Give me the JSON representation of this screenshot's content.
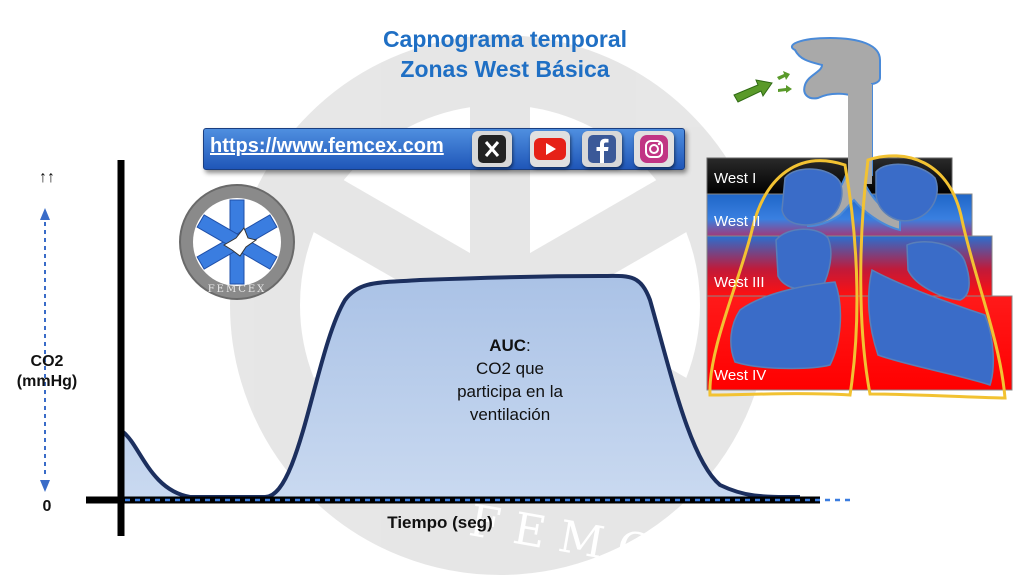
{
  "title": {
    "line1": "Capnograma temporal",
    "line2": "Zonas West Básica"
  },
  "link_bar": {
    "url": "https://www.femcex.com",
    "social_icons": [
      {
        "name": "x-icon",
        "color": "#222222"
      },
      {
        "name": "youtube-icon",
        "color": "#e62117"
      },
      {
        "name": "facebook-icon",
        "color": "#3b5998"
      },
      {
        "name": "instagram-icon",
        "color": "#c13584"
      }
    ]
  },
  "logo": {
    "text": "FEMCEX",
    "colors": {
      "ring": "#8a8a8a",
      "star": "#3a7de0"
    }
  },
  "watermark": {
    "text": "FEMCEX"
  },
  "axes": {
    "y_top_marker": "↑↑",
    "y_label_name": "CO2",
    "y_label_unit": "(mmHg)",
    "y_zero": "0",
    "x_label": "Tiempo (seg)"
  },
  "auc": {
    "label": "AUC",
    "text_line1": "CO2 que",
    "text_line2": "participa en la",
    "text_line3": "ventilación"
  },
  "west_zones": [
    "West I",
    "West II",
    "West III",
    "West IV"
  ],
  "colors": {
    "title": "#1f6fc4",
    "curve_fill": "#b8cdea",
    "curve_stroke": "#1c2f5e",
    "zone_blue": "#2a6fd0",
    "zone_red": "#ff1010",
    "lung_fill": "#3a6cc8",
    "lung_outline": "#f2c232",
    "airway": "#a9a9a9",
    "arrow": "#5a9a2a"
  }
}
